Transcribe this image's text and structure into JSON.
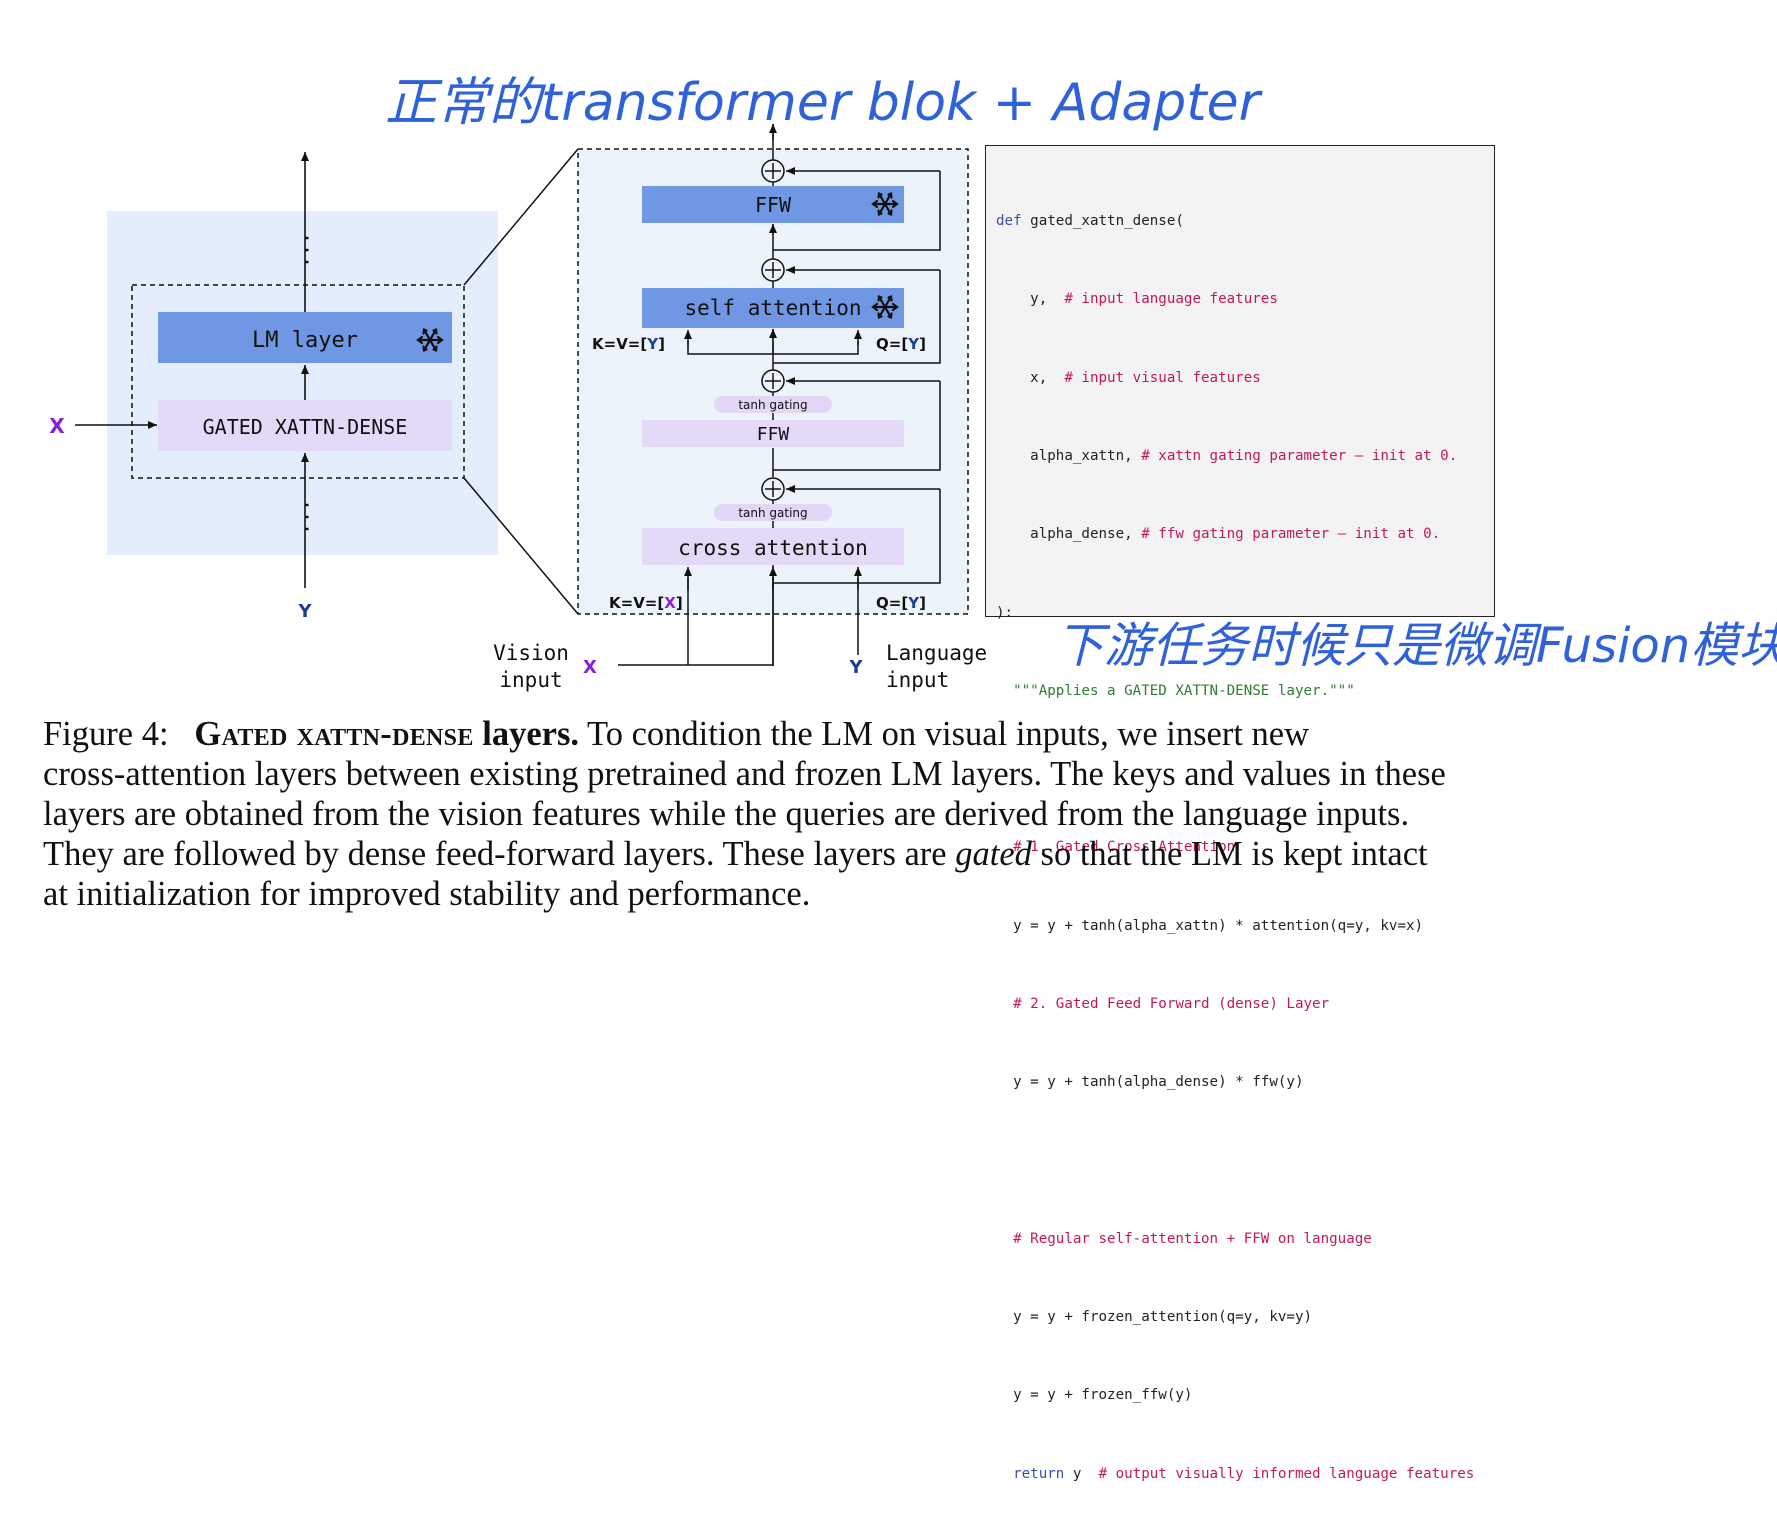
{
  "annotations": {
    "top_handwritten": "正常的transformer blok + Adapter",
    "bottom_handwritten": "下游任务时候只是微调Fusion模块"
  },
  "left_diagram": {
    "lm_layer_label": "LM layer",
    "gated_label": "GATED XATTN-DENSE",
    "x_label": "X",
    "y_label": "Y",
    "frozen_icon": "snowflake-icon"
  },
  "detail_diagram": {
    "ffw_top_label": "FFW",
    "self_attention_label": "self attention",
    "kv_y_prefix": "K=V=[",
    "kv_y_var": "Y",
    "kv_y_suffix": "]",
    "q_y_top_prefix": "Q=[",
    "q_y_top_var": "Y",
    "q_y_top_suffix": "]",
    "tanh_gating_1": "tanh gating",
    "ffw_gated_label": "FFW",
    "tanh_gating_2": "tanh gating",
    "cross_attention_label": "cross attention",
    "kv_x_prefix": "K=V=[",
    "kv_x_var": "X",
    "kv_x_suffix": "]",
    "q_y_bottom_prefix": "Q=[",
    "q_y_bottom_var": "Y",
    "q_y_bottom_suffix": "]",
    "vision_input_line1": "Vision",
    "vision_input_line2": "input",
    "vision_var": "X",
    "language_var": "Y",
    "language_input_line1": "Language",
    "language_input_line2": "input",
    "plus_symbol": "+"
  },
  "code": {
    "l1_kw": "def",
    "l1_rest": " gated_xattn_dense(",
    "l2_code": "    y,  ",
    "l2_comment": "# input language features",
    "l3_code": "    x,  ",
    "l3_comment": "# input visual features",
    "l4_code": "    alpha_xattn, ",
    "l4_comment": "# xattn gating parameter – init at 0.",
    "l5_code": "    alpha_dense, ",
    "l5_comment": "# ffw gating parameter – init at 0.",
    "l6": "):",
    "l7_docstring": "  \"\"\"Applies a GATED XATTN-DENSE layer.\"\"\"",
    "l8_comment": "  # 1. Gated Cross Attention",
    "l9": "  y = y + tanh(alpha_xattn) * attention(q=y, kv=x)",
    "l10_comment": "  # 2. Gated Feed Forward (dense) Layer",
    "l11": "  y = y + tanh(alpha_dense) * ffw(y)",
    "l12_comment": "  # Regular self-attention + FFW on language",
    "l13": "  y = y + frozen_attention(q=y, kv=y)",
    "l14": "  y = y + frozen_ffw(y)",
    "l15_kw": "  return",
    "l15_code": " y  ",
    "l15_comment": "# output visually informed language features"
  },
  "caption": {
    "fig_label": "Figure 4:",
    "title_smallcaps": "Gated xattn-dense",
    "title_bold": " layers.",
    "line1_rest": " To condition the LM on visual inputs, we insert new",
    "line2": "cross-attention layers between existing pretrained and frozen LM layers. The keys and values in these",
    "line3": "layers are obtained from the vision features while the queries are derived from the language inputs.",
    "line4_pre": "They are followed by dense feed-forward layers. These layers are ",
    "line4_italic": "gated",
    "line4_post": " so that the LM is kept intact",
    "line5": "at initialization for improved stability and performance."
  },
  "colors": {
    "frozen_block": "#6f97e3",
    "gated_block": "#e4d9f7",
    "left_panel_bg": "#e3edfb",
    "detail_panel_bg": "#edf3fb",
    "tanh_pill": "#e2d7f6",
    "var_x": "#8a1fd6",
    "var_y": "#1c3f94",
    "handwriting": "#2f62d8"
  }
}
